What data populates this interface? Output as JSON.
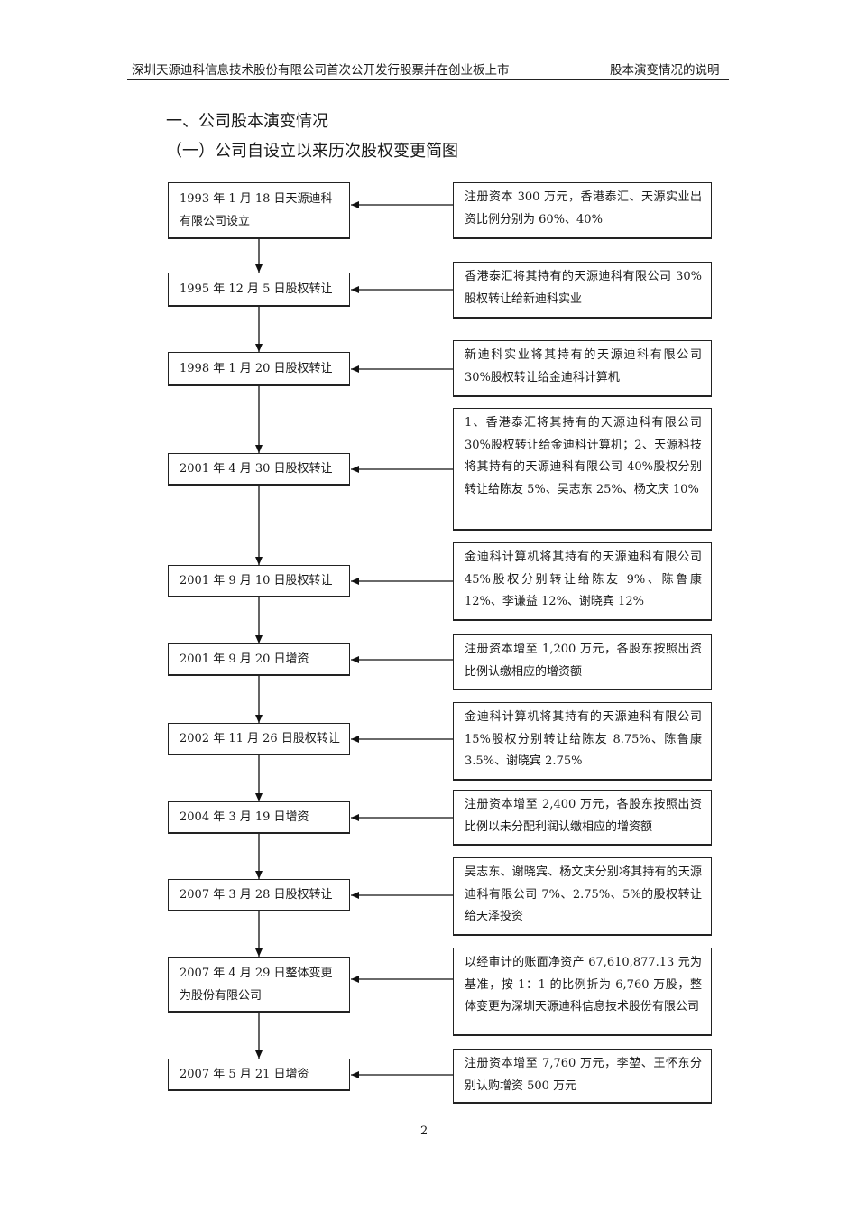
{
  "header": {
    "left": "深圳天源迪科信息技术股份有限公司首次公开发行股票并在创业板上市",
    "right": "股本演变情况的说明"
  },
  "headings": {
    "section": "一、公司股本演变情况",
    "subsection": "（一）公司自设立以来历次股权变更简图"
  },
  "events": [
    {
      "label": "1993 年 1 月 18 日天源迪科有限公司设立",
      "note": "注册资本 300 万元，香港泰汇、天源实业出资比例分别为 60%、40%"
    },
    {
      "label": "1995 年 12 月 5 日股权转让",
      "note": "香港泰汇将其持有的天源迪科有限公司 30%股权转让给新迪科实业"
    },
    {
      "label": "1998 年 1 月 20 日股权转让",
      "note": "新迪科实业将其持有的天源迪科有限公司 30%股权转让给金迪科计算机"
    },
    {
      "label": "2001 年 4 月 30 日股权转让",
      "note": "1、香港泰汇将其持有的天源迪科有限公司 30%股权转让给金迪科计算机；2、天源科技将其持有的天源迪科有限公司 40%股权分别转让给陈友 5%、吴志东 25%、杨文庆 10%"
    },
    {
      "label": "2001 年 9 月 10 日股权转让",
      "note": "金迪科计算机将其持有的天源迪科有限公司 45%股权分别转让给陈友 9%、陈鲁康 12%、李谦益 12%、谢晓宾 12%"
    },
    {
      "label": "2001 年 9 月 20 日增资",
      "note": "注册资本增至 1,200 万元，各股东按照出资比例认缴相应的增资额"
    },
    {
      "label": "2002 年 11 月 26 日股权转让",
      "note": "金迪科计算机将其持有的天源迪科有限公司 15%股权分别转让给陈友 8.75%、陈鲁康 3.5%、谢晓宾 2.75%"
    },
    {
      "label": "2004 年 3 月 19 日增资",
      "note": "注册资本增至 2,400 万元，各股东按照出资比例以未分配利润认缴相应的增资额"
    },
    {
      "label": "2007 年 3 月 28 日股权转让",
      "note": "吴志东、谢晓宾、杨文庆分别将其持有的天源迪科有限公司 7%、2.75%、5%的股权转让给天泽投资"
    },
    {
      "label": "2007 年 4 月 29 日整体变更为股份有限公司",
      "note": "以经审计的账面净资产 67,610,877.13 元为基准，按 1：1 的比例折为 6,760 万股，整体变更为深圳天源迪科信息技术股份有限公司"
    },
    {
      "label": "2007 年 5 月 21 日增资",
      "note": "注册资本增至 7,760 万元，李堃、王怀东分别认购增资 500 万元"
    }
  ],
  "page_number": "2"
}
